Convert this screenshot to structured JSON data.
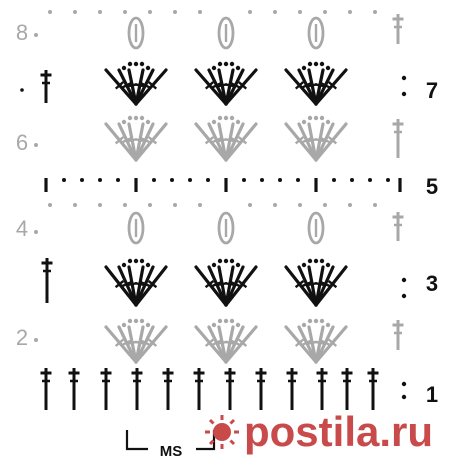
{
  "colors": {
    "dark": "#111111",
    "light": "#a8a8a8",
    "watermark": "#c94a4a"
  },
  "rows": [
    {
      "number": "1",
      "side": "right",
      "tone": "dark",
      "kind": "foundation"
    },
    {
      "number": "2",
      "side": "left",
      "tone": "light",
      "kind": "fans"
    },
    {
      "number": "3",
      "side": "right",
      "tone": "dark",
      "kind": "fans"
    },
    {
      "number": "4",
      "side": "left",
      "tone": "light",
      "kind": "ovals"
    },
    {
      "number": "5",
      "side": "right",
      "tone": "dark",
      "kind": "dots"
    },
    {
      "number": "6",
      "side": "left",
      "tone": "light",
      "kind": "fans"
    },
    {
      "number": "7",
      "side": "right",
      "tone": "dark",
      "kind": "fans"
    },
    {
      "number": "8",
      "side": "left",
      "tone": "light",
      "kind": "ovals"
    }
  ],
  "repeat_label": "MS",
  "watermark": {
    "text": "postila.ru",
    "icon": "sun-logo-icon"
  },
  "icons": {
    "treble": "treble-crochet-icon",
    "fan": "fan-shell-icon",
    "oval": "oval-picot-icon",
    "dot": "chain-dot-icon"
  }
}
